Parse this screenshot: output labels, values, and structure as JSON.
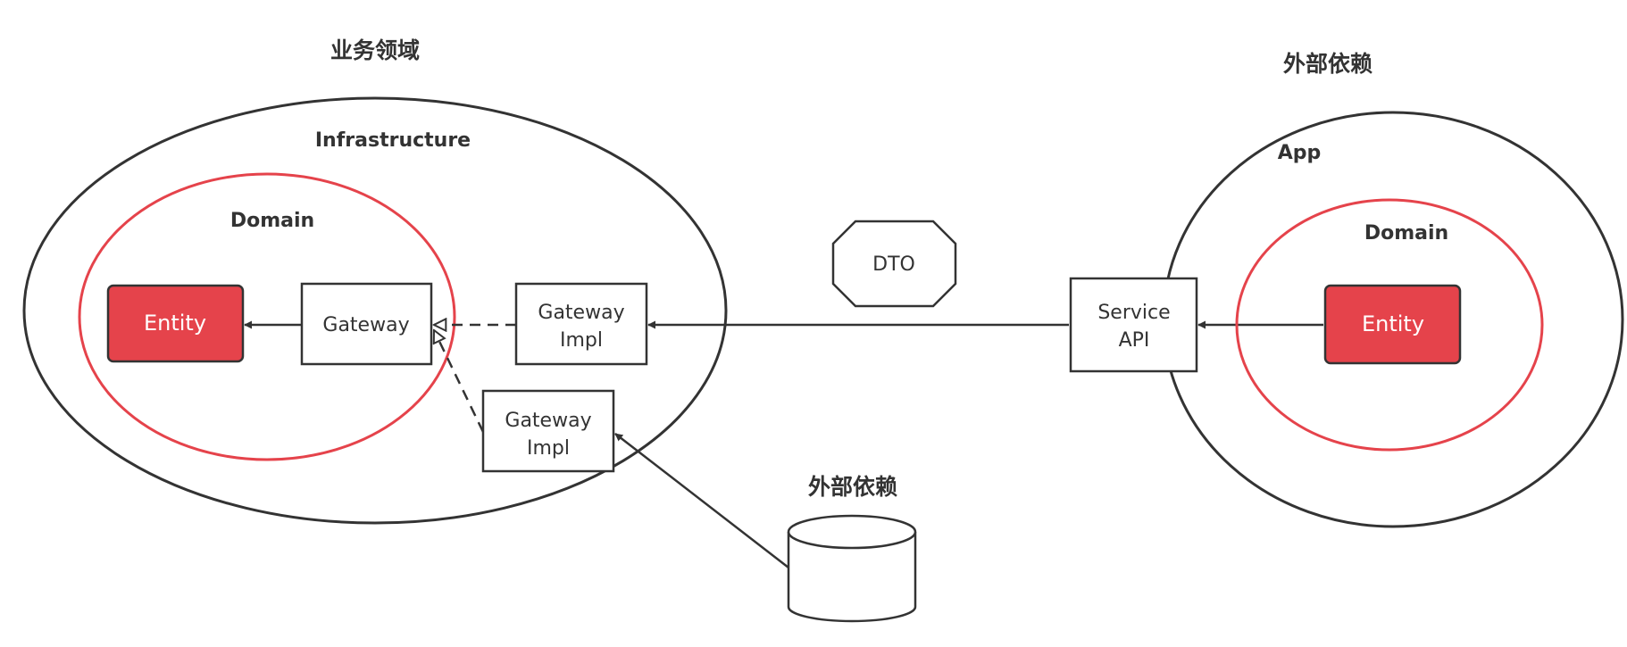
{
  "colors": {
    "outline": "#333333",
    "accent_red": "#e5434b",
    "entity_fill": "#e5434b",
    "text": "#333333",
    "background": "#ffffff"
  },
  "left_region": {
    "title": "业务领域",
    "outer_layer": "Infrastructure",
    "inner_layer": "Domain",
    "entity": "Entity",
    "gateway": "Gateway",
    "impl_top": {
      "line1": "Gateway",
      "line2": "Impl"
    },
    "impl_bottom": {
      "line1": "Gateway",
      "line2": "Impl"
    }
  },
  "right_region": {
    "title": "外部依赖",
    "outer_layer": "App",
    "inner_layer": "Domain",
    "service": {
      "line1": "Service",
      "line2": "API"
    },
    "entity": "Entity"
  },
  "dto": "DTO",
  "database": {
    "title": "外部依赖"
  }
}
